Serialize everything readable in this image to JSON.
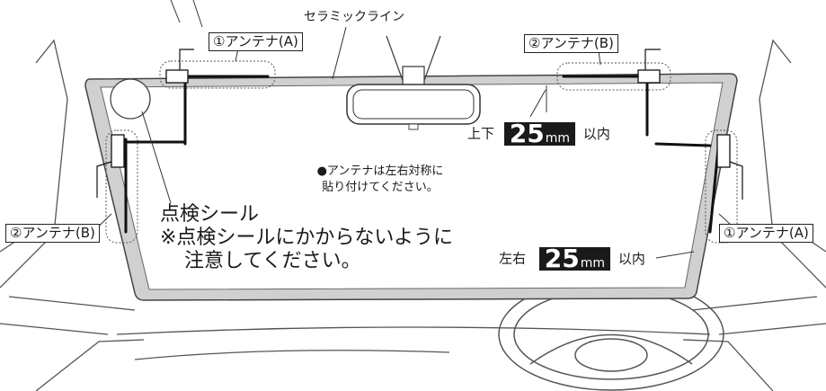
{
  "labels": {
    "ceramic_line": "セラミックライン",
    "antenna_1a": "①アンテナ(A)",
    "antenna_2b": "②アンテナ(B)",
    "inspection_seal": "点検シール",
    "caution_line1": "※点検シールにかからないように",
    "caution_line2": "注意してください。",
    "symmetry_line1": "●アンテナは左右対称に",
    "symmetry_line2": "貼り付けてください。"
  },
  "vertical_limit": {
    "prefix": "上下",
    "value": "25",
    "unit": "mm",
    "suffix": "以内"
  },
  "horizontal_limit": {
    "prefix": "左右",
    "value": "25",
    "unit": "mm",
    "suffix": "以内"
  },
  "colors": {
    "ceramic_band": "#d0d0d0",
    "line": "#333333",
    "antenna": "#111111",
    "badge": "#1a1a1a"
  }
}
